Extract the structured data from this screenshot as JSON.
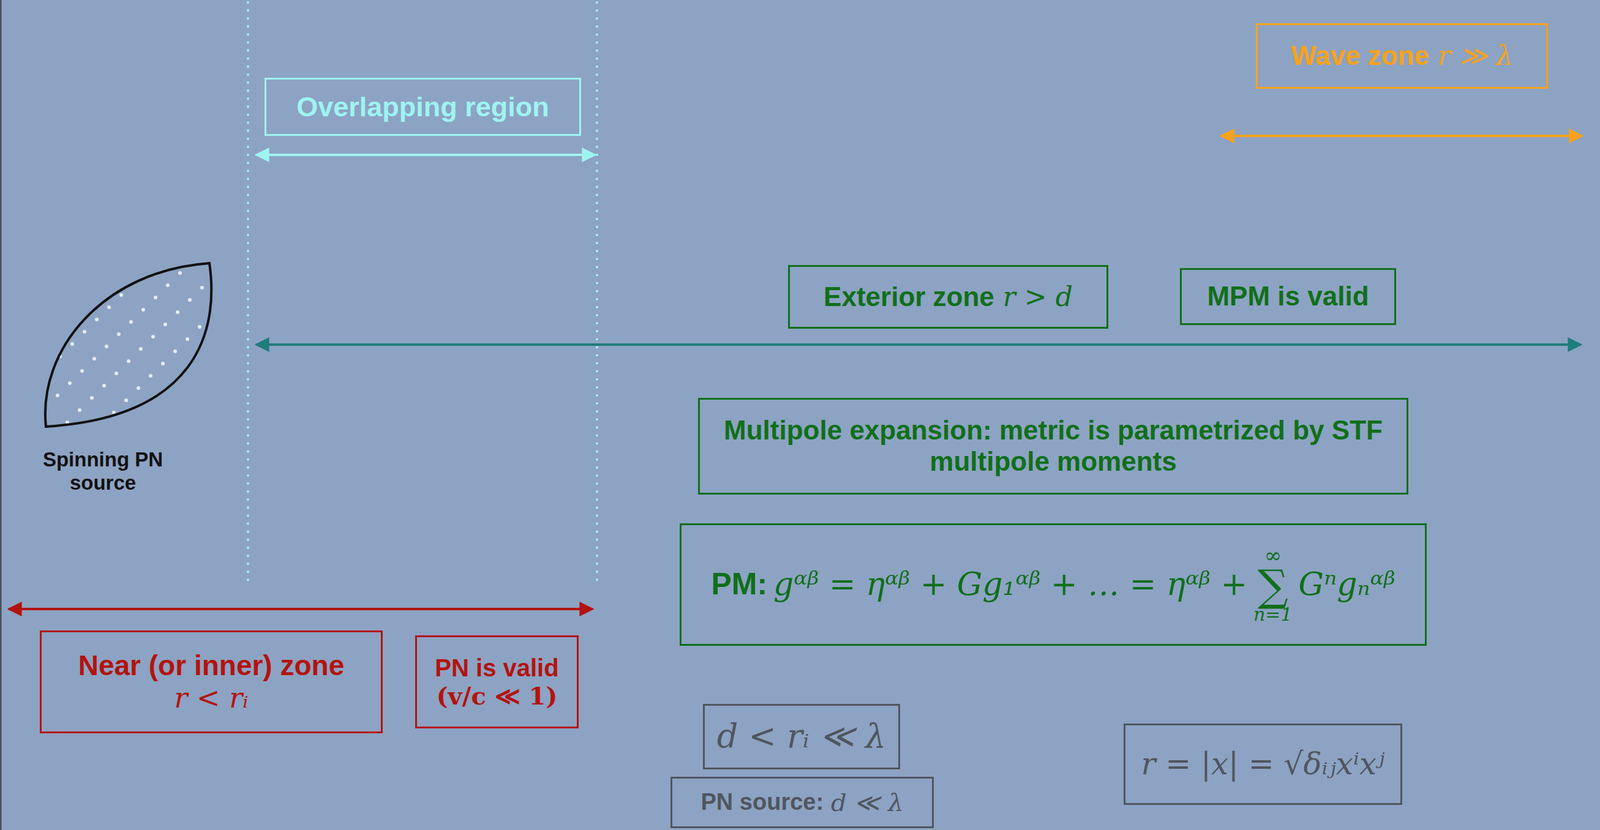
{
  "diagram": {
    "nodes": [
      {
        "text": [
          "Overlapping region"
        ]
      },
      {
        "text": [
          "Wave zone",
          "r ≫ λ"
        ]
      },
      {
        "text": [
          "Spinning PN source"
        ]
      },
      {
        "text": [
          "Exterior zone",
          "r > d"
        ]
      },
      {
        "text": [
          "MPM is valid"
        ]
      },
      {
        "text": [
          "Multipole expansion: metric is parametrized by STF multipole moments"
        ]
      },
      {
        "text": [
          "PM:",
          "gᵅᵝ = ηᵅᵝ + Gg₁ᵅᵝ + … = ηᵅᵝ +",
          "∞",
          "∑",
          "n=1",
          "Gⁿgₙᵅᵝ"
        ]
      },
      {
        "text": [
          "Near (or inner) zone",
          "r < rᵢ"
        ]
      },
      {
        "text": [
          "PN is valid",
          "(v/c ≪ 1)"
        ]
      },
      {
        "text": [
          "d < rᵢ ≪ λ"
        ]
      },
      {
        "text": [
          "PN source:",
          "d ≪ λ"
        ]
      },
      {
        "text": [
          "r = |x| = √δᵢⱼxⁱxʲ"
        ]
      }
    ]
  }
}
